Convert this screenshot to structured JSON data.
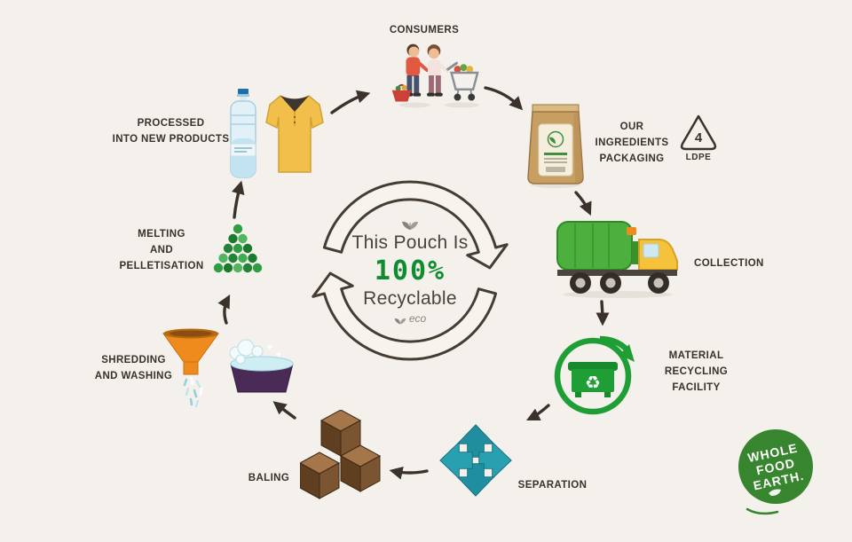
{
  "background": "#f4f1ec",
  "ink": "#3a322b",
  "center": {
    "line1": "This Pouch Is",
    "percent": "100%",
    "line3": "Recyclable",
    "eco": "eco",
    "percent_color": "#0e8c2e"
  },
  "stages": {
    "consumers": {
      "label": [
        "CONSUMERS"
      ]
    },
    "packaging": {
      "label": [
        "OUR INGREDIENTS",
        "PACKAGING"
      ],
      "ldpe_number": "4",
      "ldpe_code": "LDPE"
    },
    "collection": {
      "label": [
        "COLLECTION"
      ]
    },
    "mrf": {
      "label": [
        "MATERIAL",
        "RECYCLING",
        "FACILITY"
      ]
    },
    "separation": {
      "label": [
        "SEPARATION"
      ]
    },
    "baling": {
      "label": [
        "BALING"
      ]
    },
    "shredding": {
      "label": [
        "SHREDDING",
        "AND WASHING"
      ]
    },
    "melting": {
      "label": [
        "MELTING",
        "AND",
        "PELLETISATION"
      ]
    },
    "products": {
      "label": [
        "PROCESSED",
        "INTO NEW PRODUCTS"
      ]
    }
  },
  "icons": {
    "recycle_glyph": "♻"
  },
  "logo": {
    "lines": [
      "WHOLE",
      "FOOD",
      "EARTH."
    ],
    "color": "#37852e"
  },
  "colors": {
    "truck_green": "#4caf3e",
    "cab_yellow": "#f5c23b",
    "mrf_green": "#1e9e35",
    "separation_teal": "#1f8fa0",
    "bale_brown": "#6d4a26",
    "funnel_orange": "#ef8a1c",
    "pellet_green": "#2f9e43",
    "pouch_tan": "#c89f63",
    "shirt_yellow": "#f2bf4a",
    "arrow_ink": "#3a322b"
  }
}
